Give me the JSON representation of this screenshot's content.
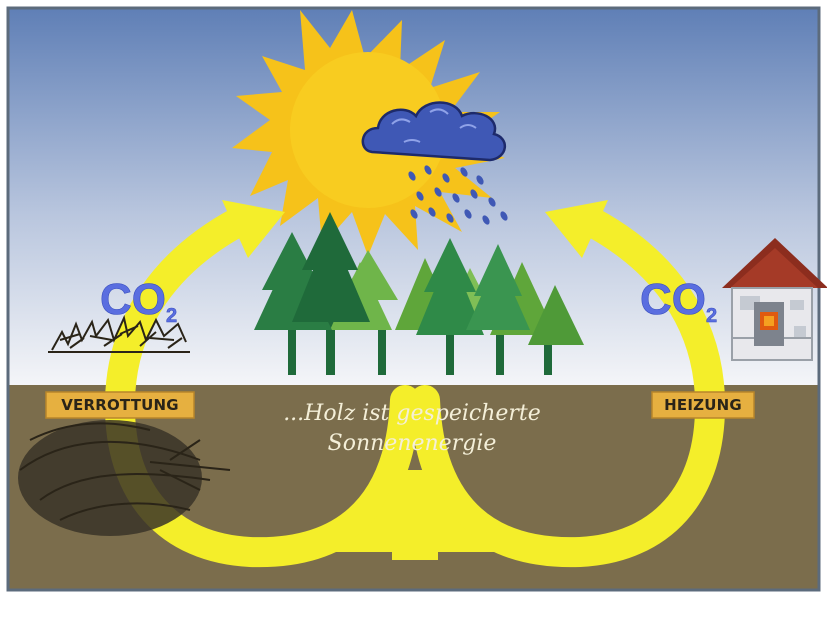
{
  "labels": {
    "co2_left": "CO",
    "co2_left_sub": "2",
    "co2_right": "CO",
    "co2_right_sub": "2",
    "left_process": "VERROTTUNG",
    "right_process": "HEIZUNG",
    "caption_line1": "...Holz ist gespeicherte",
    "caption_line2": "Sonnenenergie"
  },
  "icons": [
    "sun-icon",
    "rain-cloud-icon",
    "forest-icon",
    "house-icon",
    "stove-icon",
    "dead-wood-icon",
    "uprooted-tree-icon",
    "cycle-arrow-icon"
  ],
  "colors": {
    "sky_top": "#5f7fb6",
    "sky_bottom": "#f2f4f8",
    "ground": "#7b6d4c",
    "sun": "#f6c21a",
    "arrow": "#f4ee2a",
    "cloud": "#3f58b5",
    "tree_dark": "#1f6a3a",
    "tree_light": "#5fa63a",
    "co2": "#5a6ee0",
    "label_bg": "#e6b040",
    "roof": "#8c2d1e"
  }
}
